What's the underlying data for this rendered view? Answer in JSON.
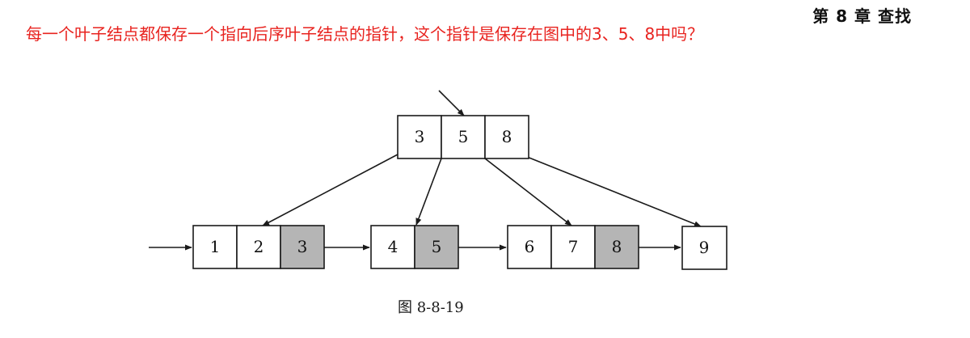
{
  "header": {
    "chapter": "第 8 章  查找"
  },
  "question": {
    "text": "每一个叶子结点都保存一个指向后序叶子结点的指针，这个指针是保存在图中的3、5、8中吗？",
    "color": "#e8231f"
  },
  "diagram": {
    "root": {
      "keys": [
        "3",
        "5",
        "8"
      ]
    },
    "leaves": [
      {
        "keys": [
          "1",
          "2",
          "3"
        ],
        "shaded": [
          false,
          false,
          true
        ]
      },
      {
        "keys": [
          "4",
          "5"
        ],
        "shaded": [
          false,
          true
        ]
      },
      {
        "keys": [
          "6",
          "7",
          "8"
        ],
        "shaded": [
          false,
          false,
          true
        ]
      },
      {
        "keys": [
          "9"
        ],
        "shaded": [
          false
        ]
      }
    ],
    "shade_color": "#b5b5b5",
    "caption": "图 8-8-19"
  }
}
